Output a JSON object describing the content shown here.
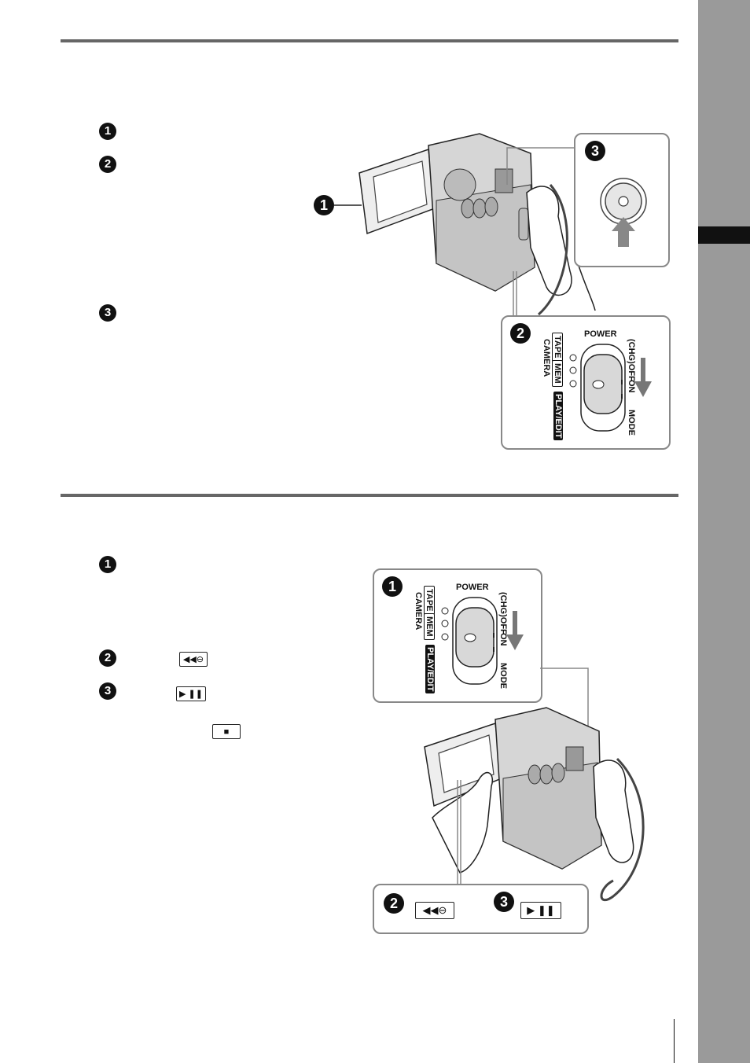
{
  "top_section": {
    "steps": [
      "1",
      "2",
      "3"
    ],
    "callout_2": {
      "power_label": "POWER",
      "off_label": "(CHG)OFF",
      "on_label": "ON",
      "mode_label": "MODE",
      "tape_label": "TAPE",
      "mem_label": "MEM",
      "camera_label": "CAMERA",
      "playedit_label": "PLAY/EDIT"
    }
  },
  "bottom_section": {
    "steps": [
      "1",
      "2",
      "3"
    ],
    "callout_1": {
      "power_label": "POWER",
      "off_label": "(CHG)OFF",
      "on_label": "ON",
      "mode_label": "MODE",
      "tape_label": "TAPE",
      "mem_label": "MEM",
      "camera_label": "CAMERA",
      "playedit_label": "PLAY/EDIT"
    },
    "rewind_button_icon": "rewind-icon",
    "play_pause_button_icon": "play-pause-icon",
    "stop_button_icon": "stop-icon"
  },
  "colors": {
    "rule": "#666666",
    "sidebar": "#9a9a9a",
    "tab": "#111111"
  }
}
